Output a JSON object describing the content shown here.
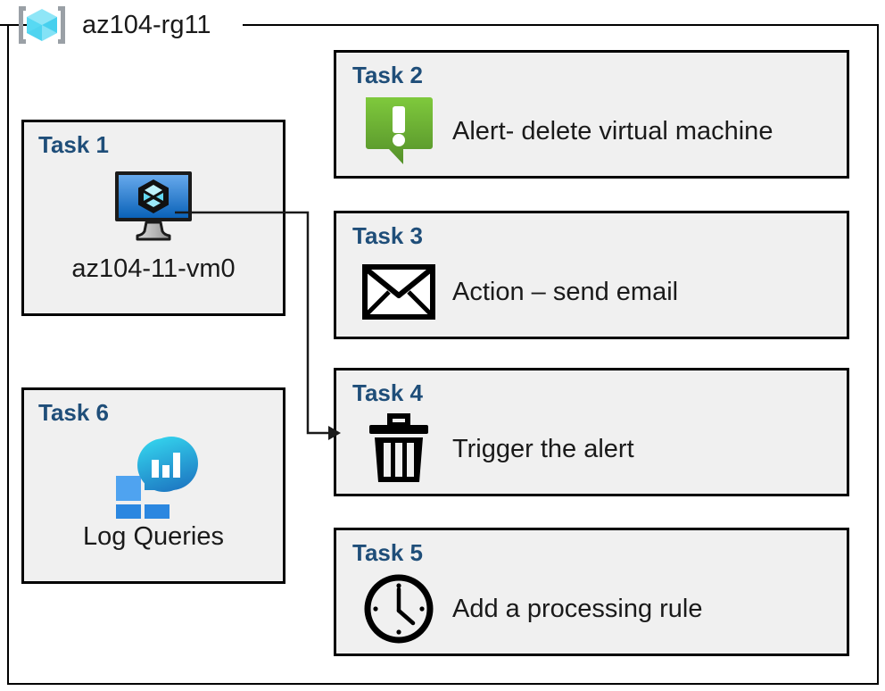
{
  "resource_group": {
    "name": "az104-rg11",
    "icon": "azure-resource-group-icon"
  },
  "colors": {
    "task_heading": "#1F4E79",
    "box_fill": "#F0F0F0",
    "box_border": "#000000",
    "alert_green_light": "#7DC242",
    "alert_green_dark": "#55912B",
    "vm_blue_light": "#5CA0E8",
    "vm_blue_dark": "#0B6CC4",
    "log_cyan": "#2FCBEB",
    "log_blue": "#2089D8",
    "cube_cyan": "#7FE3F5"
  },
  "tasks": [
    {
      "id": "task-1",
      "heading": "Task 1",
      "label": "az104-11-vm0",
      "icon": "virtual-machine-icon",
      "column": "left"
    },
    {
      "id": "task-2",
      "heading": "Task 2",
      "label": "Alert- delete virtual machine",
      "icon": "alert-bubble-icon",
      "column": "right"
    },
    {
      "id": "task-3",
      "heading": "Task 3",
      "label": "Action – send email",
      "icon": "envelope-icon",
      "column": "right"
    },
    {
      "id": "task-4",
      "heading": "Task 4",
      "label": "Trigger the alert",
      "icon": "trash-icon",
      "column": "right"
    },
    {
      "id": "task-5",
      "heading": "Task 5",
      "label": "Add a processing rule",
      "icon": "clock-icon",
      "column": "right"
    },
    {
      "id": "task-6",
      "heading": "Task 6",
      "label": "Log Queries",
      "icon": "log-analytics-icon",
      "column": "left"
    }
  ],
  "connector": {
    "from": "task-1",
    "to": "task-4",
    "arrow": "arrowhead-right"
  }
}
